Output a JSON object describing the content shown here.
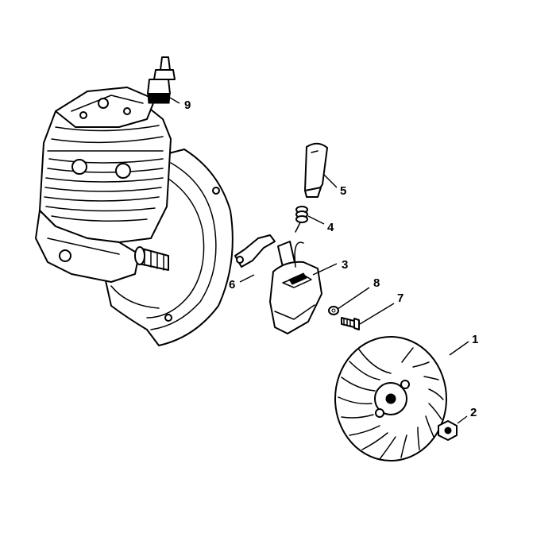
{
  "diagram": {
    "callouts": [
      {
        "id": "p1",
        "label": "1"
      },
      {
        "id": "p2",
        "label": "2"
      },
      {
        "id": "p3",
        "label": "3"
      },
      {
        "id": "p4",
        "label": "4"
      },
      {
        "id": "p5",
        "label": "5"
      },
      {
        "id": "p6",
        "label": "6"
      },
      {
        "id": "p7",
        "label": "7"
      },
      {
        "id": "p8",
        "label": "8"
      },
      {
        "id": "p9",
        "label": "9"
      }
    ],
    "colors": {
      "line": "#000000",
      "background": "#ffffff"
    }
  }
}
